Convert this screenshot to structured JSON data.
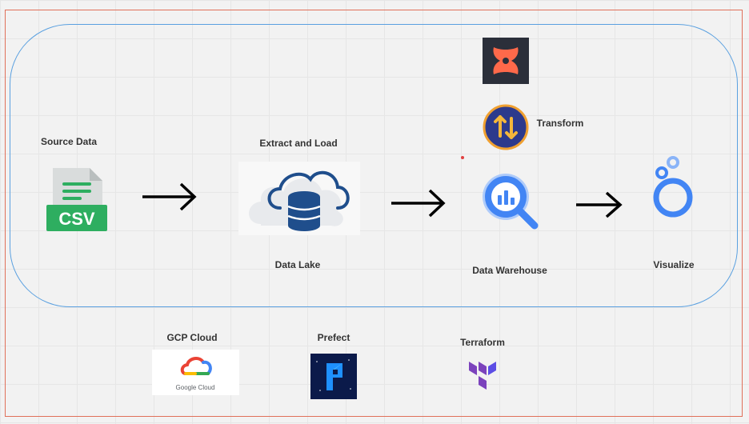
{
  "labels": {
    "source_data": "Source Data",
    "extract_load": "Extract and Load",
    "data_lake": "Data Lake",
    "transform": "Transform",
    "data_warehouse": "Data Warehouse",
    "visualize": "Visualize",
    "gcp_cloud": "GCP Cloud",
    "prefect": "Prefect",
    "terraform": "Terraform"
  },
  "logos": {
    "csv_text": "CSV",
    "google_cloud_text": "Google Cloud"
  },
  "icons": [
    "csv-file-icon",
    "cloud-database-icon",
    "dbt-icon",
    "spark-icon",
    "bigquery-icon",
    "looker-studio-icon",
    "google-cloud-logo",
    "prefect-logo",
    "terraform-logo"
  ],
  "colors": {
    "frame": "#e0705a",
    "pipeline_border": "#5aa0e0",
    "csv_green": "#2eae60",
    "dbt_orange": "#ff694a",
    "bigquery_blue": "#4285f4",
    "terraform_purple": "#7b42bc",
    "prefect_blue": "#1e90ff"
  }
}
